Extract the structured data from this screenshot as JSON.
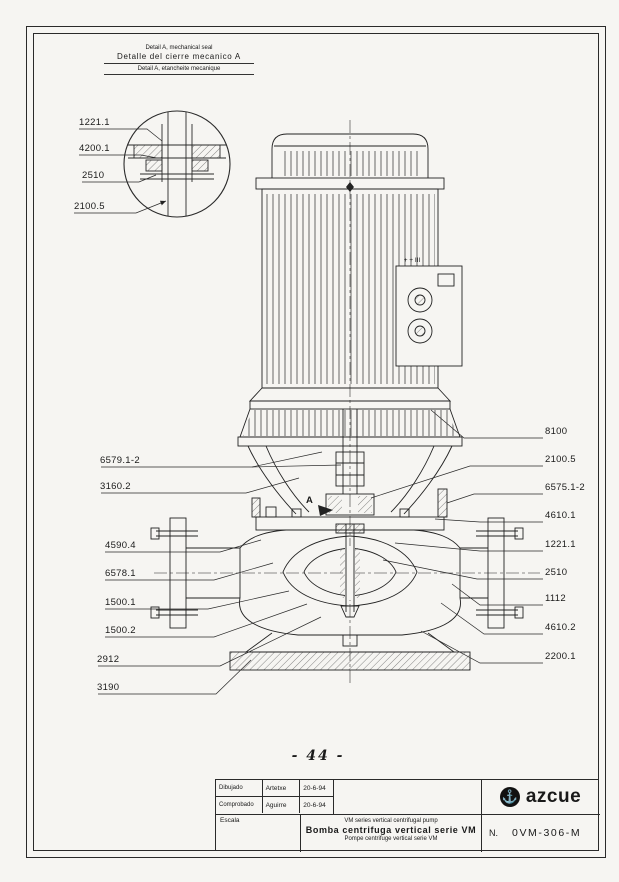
{
  "detail_view": {
    "header_top": "Detail A, mechanical seal",
    "header_main": "Detalle del cierre mecanico A",
    "header_bottom": "Detail A, etancheite mecanique",
    "labels": [
      "1221.1",
      "4200.1",
      "2510",
      "2100.5"
    ],
    "section_marker": "A"
  },
  "drawing": {
    "motor_marking": "+ + III"
  },
  "part_labels_left": [
    "6579.1-2",
    "3160.2",
    "4590.4",
    "6578.1",
    "1500.1",
    "1500.2",
    "2912",
    "3190"
  ],
  "part_labels_right": [
    "8100",
    "2100.5",
    "6575.1-2",
    "4610.1",
    "1221.1",
    "2510",
    "1112",
    "4610.2",
    "2200.1"
  ],
  "page_number": "- 44 -",
  "title_block": {
    "rows": [
      {
        "label": "Dibujado",
        "name": "Artetxe",
        "date": "20-6-94"
      },
      {
        "label": "Comprobado",
        "name": "Aguirre",
        "date": "20-6-94"
      }
    ],
    "scale_label": "Escala",
    "title_en": "VM series vertical centrifugal pump",
    "title_es": "Bomba centrifuga vertical serie VM",
    "title_fr": "Pompe centrifuge vertical serie VM",
    "brand": "azcue",
    "anchor_icon": "⚓",
    "number_label": "N.",
    "drawing_number": "0VM-306-M"
  }
}
